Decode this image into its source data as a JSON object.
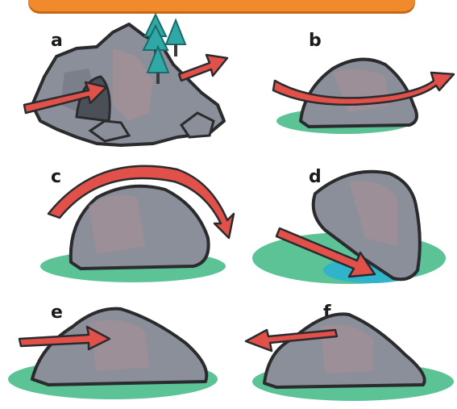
{
  "panels": [
    {
      "label": "a",
      "arrow": "through-arch",
      "icon": "rock-arch-with-trees"
    },
    {
      "label": "b",
      "arrow": "around-rock",
      "icon": "rock-with-arrow-around"
    },
    {
      "label": "c",
      "arrow": "over-rock",
      "icon": "rock-with-arrow-over"
    },
    {
      "label": "d",
      "arrow": "under-rock",
      "icon": "leaning-rock-with-arrow-under"
    },
    {
      "label": "e",
      "arrow": "into-rock",
      "icon": "rock-with-arrow-in"
    },
    {
      "label": "f",
      "arrow": "out-of-rock",
      "icon": "rock-with-arrow-out"
    }
  ],
  "colors": {
    "banner": "#f08a2c",
    "rock_fill": "#8a8f99",
    "rock_shade": "#a88f96",
    "rock_outline": "#2b2b2e",
    "arrow": "#e2504a",
    "grass": "#3fb885",
    "tree": "#2fa8a6",
    "water": "#2bb3d0"
  }
}
